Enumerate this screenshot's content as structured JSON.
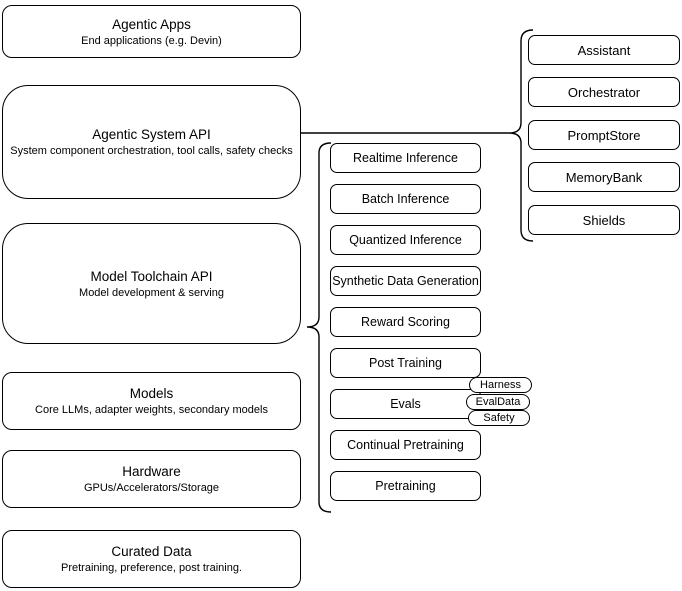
{
  "diagram": {
    "left_stack": [
      {
        "title": "Agentic Apps",
        "subtitle": "End applications (e.g. Devin)"
      },
      {
        "title": "Agentic System API",
        "subtitle": "System component orchestration, tool calls, safety checks"
      },
      {
        "title": "Model Toolchain API",
        "subtitle": "Model development & serving"
      },
      {
        "title": "Models",
        "subtitle": "Core LLMs, adapter weights, secondary models"
      },
      {
        "title": "Hardware",
        "subtitle": "GPUs/Accelerators/Storage"
      },
      {
        "title": "Curated Data",
        "subtitle": "Pretraining, preference, post training."
      }
    ],
    "toolchain_services": [
      "Realtime Inference",
      "Batch Inference",
      "Quantized Inference",
      "Synthetic Data Generation",
      "Reward Scoring",
      "Post Training",
      "Evals",
      "Continual Pretraining",
      "Pretraining"
    ],
    "evals_tags": [
      "Harness",
      "EvalData",
      "Safety"
    ],
    "system_components": [
      "Assistant",
      "Orchestrator",
      "PromptStore",
      "MemoryBank",
      "Shields"
    ],
    "colors": {
      "stroke": "#000000",
      "fill": "#ffffff",
      "background": "#ffffff"
    }
  }
}
